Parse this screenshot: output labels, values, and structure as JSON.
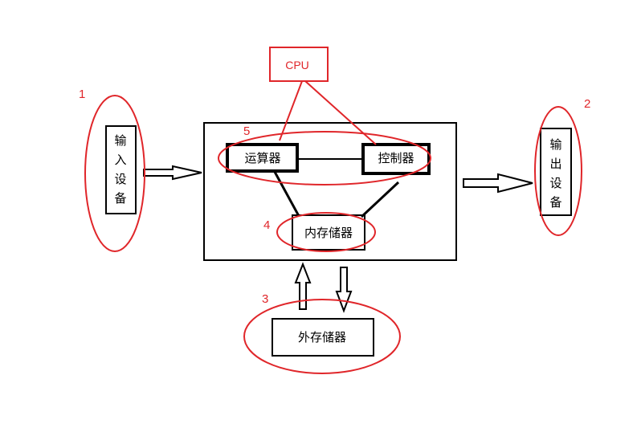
{
  "boxes": {
    "input": [
      "输",
      "入",
      "设",
      "备"
    ],
    "output": [
      "输",
      "出",
      "设",
      "备"
    ],
    "alu": "运算器",
    "control": "控制器",
    "memory": "内存储器",
    "storage": "外存储器",
    "cpu": "CPU"
  },
  "markers": {
    "m1": "1",
    "m2": "2",
    "m3": "3",
    "m4": "4",
    "m5": "5"
  },
  "colors": {
    "annotation": "#e0262a",
    "line": "#000000"
  }
}
